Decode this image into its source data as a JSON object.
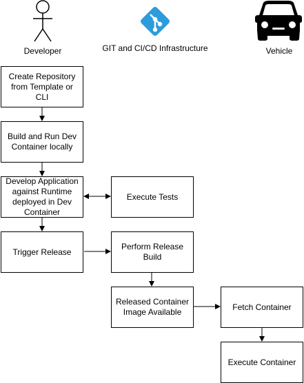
{
  "lanes": {
    "developer": {
      "label": "Developer",
      "icon": "stick-figure-icon"
    },
    "git_cicd": {
      "label": "GIT and CI/CD Infrastructure",
      "icon": "git-logo-icon",
      "color": "#2D9CDB"
    },
    "vehicle": {
      "label": "Vehicle",
      "icon": "car-icon"
    }
  },
  "steps": {
    "create_repo": "Create Repository\nfrom Template or CLI",
    "build_run": "Build and Run Dev\nContainer locally",
    "develop_app": "Develop Application\nagainst Runtime\ndeployed in Dev\nContainer",
    "execute_tests": "Execute Tests",
    "trigger_release": "Trigger Release",
    "perform_release": "Perform Release\nBuild",
    "released_image": "Released Container\nImage Available",
    "fetch_container": "Fetch Container",
    "execute_container": "Execute Container"
  }
}
